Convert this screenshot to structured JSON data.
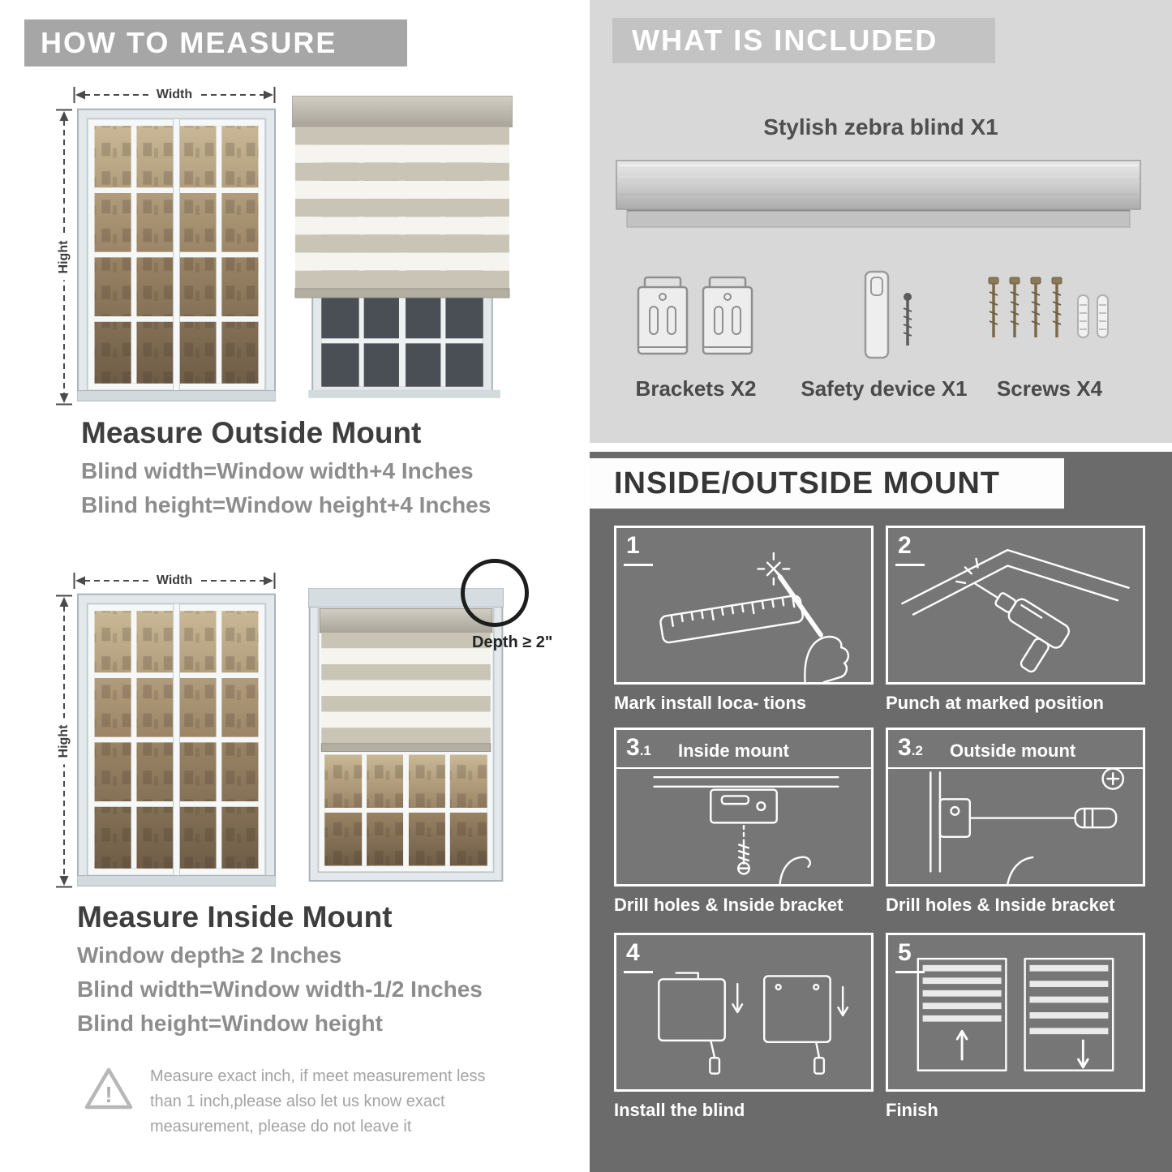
{
  "colors": {
    "left_header_bg": "#a6a6a6",
    "included_panel_bg": "#d8d8d8",
    "included_header_bg": "#c3c3c3",
    "mount_panel_bg": "#6b6b6b",
    "heading_text": "#3e3e3e",
    "muted_text": "#8d8d8d"
  },
  "left": {
    "header": "HOW TO MEASURE",
    "outside": {
      "width_label": "Width",
      "height_label": "Hight",
      "title": "Measure Outside Mount",
      "line1": "Blind width=Window width+4 Inches",
      "line2": "Blind height=Window height+4 Inches"
    },
    "inside": {
      "width_label": "Width",
      "height_label": "Hight",
      "depth_label": "Depth ≥ 2\"",
      "title": "Measure Inside Mount",
      "line1": "Window depth≥ 2 Inches",
      "line2": "Blind width=Window width-1/2 Inches",
      "line3": "Blind height=Window height"
    },
    "warning": {
      "mark": "!",
      "text": "Measure exact inch, if meet measurement less than 1 inch,please also let us know exact measurement, please do not leave it"
    }
  },
  "right": {
    "included": {
      "header": "WHAT IS INCLUDED",
      "blind_label": "Stylish zebra blind X1",
      "items": [
        {
          "label": "Brackets X2"
        },
        {
          "label": "Safety device X1"
        },
        {
          "label": "Screws X4"
        }
      ]
    },
    "mount": {
      "header": "INSIDE/OUTSIDE MOUNT",
      "steps": [
        {
          "num": "1",
          "sub": "",
          "title": "",
          "caption": "Mark install loca- tions"
        },
        {
          "num": "2",
          "sub": "",
          "title": "",
          "caption": "Punch at  marked position"
        },
        {
          "num": "3",
          "sub": ".1",
          "title": "Inside mount",
          "caption": "Drill holes &  Inside bracket"
        },
        {
          "num": "3",
          "sub": ".2",
          "title": "Outside mount",
          "caption": "Drill holes &  Inside bracket"
        },
        {
          "num": "4",
          "sub": "",
          "title": "",
          "caption": "Install the blind"
        },
        {
          "num": "5",
          "sub": "",
          "title": "",
          "caption": "Finish"
        }
      ]
    }
  }
}
